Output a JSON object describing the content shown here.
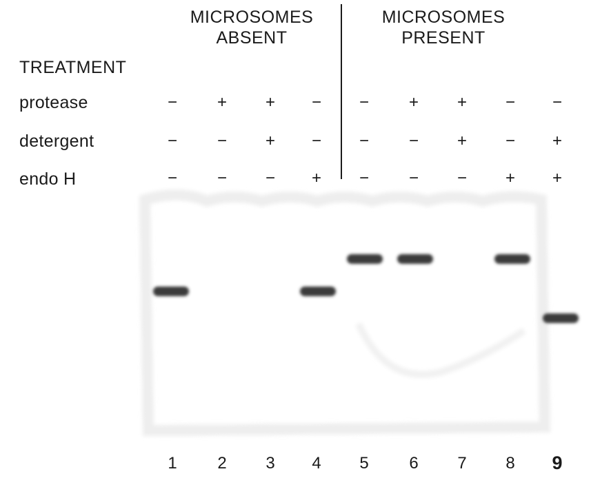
{
  "headers": {
    "absent_line1": "MICROSOMES",
    "absent_line2": "ABSENT",
    "present_line1": "MICROSOMES",
    "present_line2": "PRESENT"
  },
  "treatment_title": "TREATMENT",
  "rows": [
    {
      "label": "protease",
      "signs": [
        "−",
        "+",
        "+",
        "−",
        "−",
        "+",
        "+",
        "−",
        "−"
      ]
    },
    {
      "label": "detergent",
      "signs": [
        "−",
        "−",
        "+",
        "−",
        "−",
        "−",
        "+",
        "−",
        "+"
      ]
    },
    {
      "label": "endo H",
      "signs": [
        "−",
        "−",
        "−",
        "+",
        "−",
        "−",
        "−",
        "+",
        "+"
      ]
    }
  ],
  "lanes": [
    "1",
    "2",
    "3",
    "4",
    "5",
    "6",
    "7",
    "8",
    "9"
  ],
  "bands": [
    {
      "lane": 1,
      "position": "middle"
    },
    {
      "lane": 4,
      "position": "middle"
    },
    {
      "lane": 5,
      "position": "upper"
    },
    {
      "lane": 6,
      "position": "upper"
    },
    {
      "lane": 8,
      "position": "upper"
    },
    {
      "lane": 9,
      "position": "lower"
    }
  ],
  "colors": {
    "ink": "#1a1a1a",
    "band": "#3a3a3a",
    "gel_outline": "#ededed"
  }
}
